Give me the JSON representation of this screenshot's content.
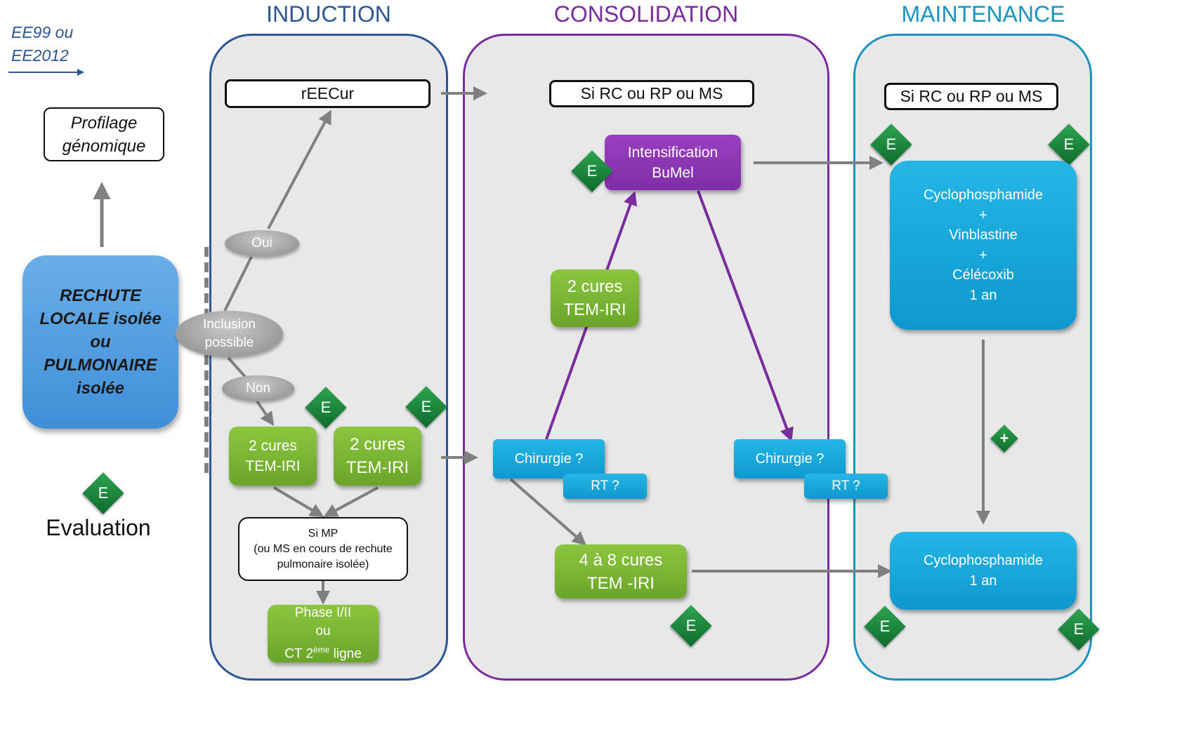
{
  "phases": {
    "induction": "INDUCTION",
    "consolidation": "CONSOLIDATION",
    "maintenance": "MAINTENANCE"
  },
  "colors": {
    "induction_border": "#2e5596",
    "consolidation_border": "#7a2b9e",
    "maintenance_border": "#1b93c2",
    "panel_fill": "#e8e8e8",
    "green": "#7ab836",
    "cyan": "#17a7dc",
    "purple": "#8a34b3",
    "evaluation_diamond": "#168a3c",
    "arrow_gray": "#808080"
  },
  "left": {
    "protocol_line1": "EE99 ou",
    "protocol_line2": "EE2012",
    "profilage_line1": "Profilage",
    "profilage_line2": "génomique",
    "rechute_lines": [
      "RECHUTE",
      "LOCALE isolée",
      "ou",
      "PULMONAIRE",
      "isolée"
    ],
    "legend_diamond": "E",
    "legend_text": "Evaluation"
  },
  "induction": {
    "reecur": "rEECur",
    "oui": "Oui",
    "inclusion_line1": "Inclusion",
    "inclusion_line2": "possible",
    "non": "Non",
    "cures1_line1": "2 cures",
    "cures1_line2": "TEM-IRI",
    "cures2_line1": "2 cures",
    "cures2_line2": "TEM-IRI",
    "si_mp_line1": "Si MP",
    "si_mp_line2": "(ou MS en cours de rechute",
    "si_mp_line3": "pulmonaire isolée)",
    "phase_line1": "Phase I/II",
    "phase_line2": "ou",
    "phase_line3_prefix": "CT 2",
    "phase_line3_sup": "ème",
    "phase_line3_suffix": " ligne",
    "eval_1": "E",
    "eval_2": "E"
  },
  "consolidation": {
    "si_rc": "Si RC ou RP ou MS",
    "intensification_line1": "Intensification",
    "intensification_line2": "BuMel",
    "cures_line1": "2 cures",
    "cures_line2": "TEM-IRI",
    "chirurgie_left": "Chirurgie ?",
    "rt_left": "RT ?",
    "chirurgie_right": "Chirurgie ?",
    "rt_right": "RT ?",
    "cures48_line1": "4 à 8 cures",
    "cures48_line2": "TEM -IRI",
    "eval_intensification": "E",
    "eval_bottom": "E"
  },
  "maintenance": {
    "si_rc": "Si RC ou RP ou MS",
    "drug1_lines": [
      "Cyclophosphamide",
      "+",
      "Vinblastine",
      "+",
      "Célécoxib",
      "1 an"
    ],
    "drug2_line1": "Cyclophosphamide",
    "drug2_line2": "1 an",
    "plus": "+",
    "eval_top_left": "E",
    "eval_top_right": "E",
    "eval_bottom_left": "E",
    "eval_bottom_right": "E"
  }
}
